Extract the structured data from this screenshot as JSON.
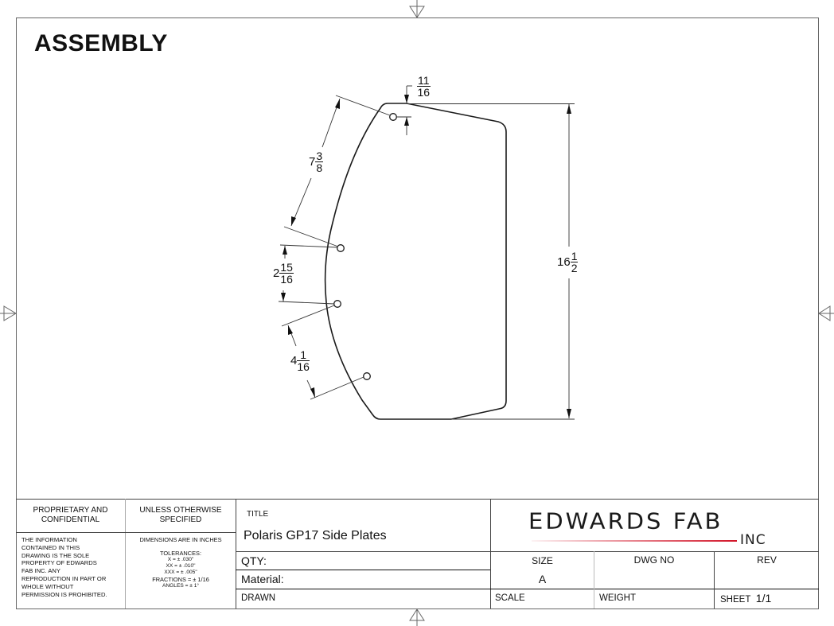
{
  "drawing": {
    "heading": "ASSEMBLY",
    "dimensions": {
      "top_offset": {
        "whole": "",
        "num": "11",
        "den": "16"
      },
      "upper_arc": {
        "whole": "7",
        "num": "3",
        "den": "8"
      },
      "middle_arc": {
        "whole": "2",
        "num": "15",
        "den": "16"
      },
      "lower_arc": {
        "whole": "4",
        "num": "1",
        "den": "16"
      },
      "overall_height": {
        "whole": "16",
        "num": "1",
        "den": "2"
      }
    }
  },
  "title_block": {
    "proprietary_header": "PROPRIETARY AND CONFIDENTIAL",
    "proprietary_header_l1": "PROPRIETARY AND",
    "proprietary_header_l2": "CONFIDENTIAL",
    "proprietary_text": [
      "THE INFORMATION",
      "CONTAINED IN THIS",
      "DRAWING IS THE SOLE",
      "PROPERTY OF EDWARDS",
      "FAB INC. ANY",
      "REPRODUCTION IN PART OR",
      "WHOLE WITHOUT",
      "PERMISSION IS PROHIBITED."
    ],
    "unless_header_l1": "UNLESS OTHERWISE",
    "unless_header_l2": "SPECIFIED",
    "dimensions_note": "DIMENSIONS ARE IN INCHES",
    "tolerances_label": "TOLERANCES:",
    "tolerances": [
      "X = ± .030\"",
      "XX = ± .010\"",
      "XXX = ± .005\"",
      "FRACTIONS = ± 1/16",
      "ANGLES = ± 1°"
    ],
    "title_label": "TITLE",
    "title_value": "Polaris GP17 Side Plates",
    "qty_label": "QTY:",
    "material_label": "Material:",
    "drawn_label": "DRAWN",
    "logo_text": "EDWARDS FAB",
    "logo_inc": "INC",
    "size_label": "SIZE",
    "size_value": "A",
    "dwg_no_label": "DWG NO",
    "rev_label": "REV",
    "scale_label": "SCALE",
    "weight_label": "WEIGHT",
    "sheet_label": "SHEET",
    "sheet_value": "1/1"
  },
  "colors": {
    "line": "#111111",
    "border": "#555555",
    "logo_accent": "#d21428"
  }
}
